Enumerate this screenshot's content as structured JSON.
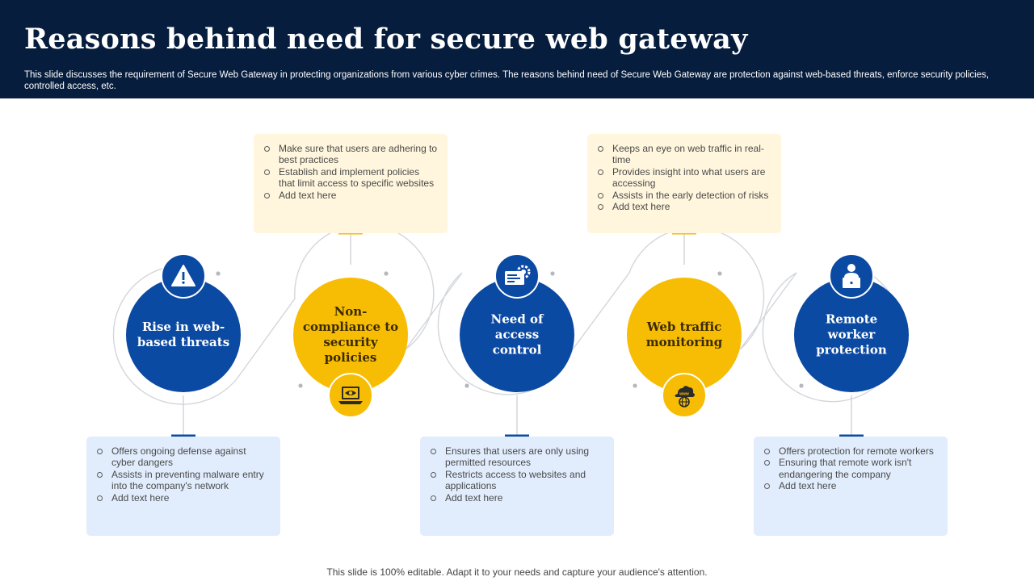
{
  "header": {
    "title": "Reasons behind need for secure web gateway",
    "subtitle": "This slide discusses the requirement of Secure Web Gateway in protecting organizations from various cyber crimes. The reasons behind need of Secure Web Gateway are protection against web-based threats, enforce security policies, controlled access, etc."
  },
  "colors": {
    "header_bg": "#061d3d",
    "blue": "#0b4aa2",
    "yellow": "#f7bd04",
    "box_yellow": "#fff6dd",
    "box_blue": "#e1edfd"
  },
  "nodes": [
    {
      "label": "Rise in web-based threats",
      "color": "blue",
      "icon": "warning-icon",
      "bullets": [
        "Offers ongoing defense against cyber dangers",
        "Assists in preventing malware entry into the company's network",
        "Add text here"
      ]
    },
    {
      "label": "Non-compliance to security policies",
      "color": "yellow",
      "icon": "laptop-eye-icon",
      "bullets": [
        "Make sure that users are adhering to best practices",
        "Establish and implement policies that limit access to specific websites",
        "Add text here"
      ]
    },
    {
      "label": "Need of access control",
      "color": "blue",
      "icon": "settings-panel-icon",
      "bullets": [
        "Ensures that users are only using permitted resources",
        "Restricts access to websites and applications",
        "Add text here"
      ]
    },
    {
      "label": "Web traffic monitoring",
      "color": "yellow",
      "icon": "www-globe-icon",
      "bullets": [
        "Keeps an eye on web traffic in real-time",
        "Provides insight into what users are accessing",
        "Assists in the early detection of risks",
        "Add text here"
      ]
    },
    {
      "label": "Remote worker protection",
      "color": "blue",
      "icon": "remote-worker-icon",
      "bullets": [
        "Offers protection for remote workers",
        "Ensuring that remote work isn't endangering the company",
        "Add text here"
      ]
    }
  ],
  "footer": "This slide is 100% editable. Adapt it to your needs and capture your audience's attention."
}
